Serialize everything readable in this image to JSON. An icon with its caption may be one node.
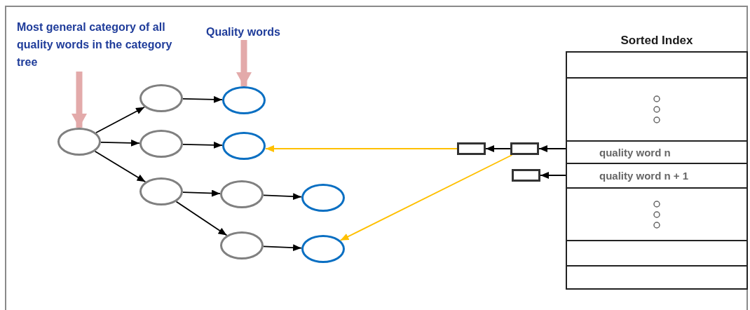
{
  "diagram": {
    "nodes": [
      {
        "text": [
          "Most general category of all quality words in the category tree"
        ]
      },
      {
        "text": [
          "Quality words"
        ]
      },
      {
        "text": [
          "Sorted Index"
        ]
      },
      {
        "text": [],
        "shape": "box",
        "in": 2
      },
      {
        "text": [],
        "shape": "box",
        "in": 2
      },
      {
        "text": [
          "quality word n"
        ],
        "in": 2
      },
      {
        "text": [
          "quality word n + 1"
        ],
        "in": 2
      },
      {
        "text": [],
        "shape": "box",
        "in": 2
      },
      {
        "text": [],
        "shape": "box",
        "in": 2
      },
      {
        "text": [],
        "shape": "box",
        "in": 2
      },
      {
        "text": [],
        "shape": "ellipse"
      },
      {
        "text": [],
        "shape": "ellipse"
      },
      {
        "text": [],
        "shape": "ellipse"
      },
      {
        "text": [],
        "shape": "ellipse"
      },
      {
        "text": [],
        "shape": "ellipse"
      },
      {
        "text": [],
        "shape": "ellipse"
      },
      {
        "text": [],
        "shape": "ellipse"
      },
      {
        "text": [],
        "shape": "ellipse"
      },
      {
        "text": [],
        "shape": "ellipse"
      },
      {
        "text": [],
        "shape": "ellipse"
      },
      {
        "text": [],
        "shape": "box"
      },
      {
        "text": [],
        "shape": "box"
      },
      {
        "text": [],
        "shape": "box"
      }
    ],
    "edges": [
      {
        "from": 0,
        "to": 10,
        "arrow": "to",
        "style": "thick",
        "color": "#e3aaaa"
      },
      {
        "from": 1,
        "to": 12,
        "arrow": "to",
        "style": "thick",
        "color": "#e3aaaa"
      },
      {
        "from": 10,
        "to": 11,
        "arrow": "to"
      },
      {
        "from": 10,
        "to": 13,
        "arrow": "to"
      },
      {
        "from": 10,
        "to": 15,
        "arrow": "to"
      },
      {
        "from": 11,
        "to": 12,
        "arrow": "to"
      },
      {
        "from": 13,
        "to": 14,
        "arrow": "to"
      },
      {
        "from": 15,
        "to": 16,
        "arrow": "to"
      },
      {
        "from": 15,
        "to": 18,
        "arrow": "to"
      },
      {
        "from": 16,
        "to": 17,
        "arrow": "to"
      },
      {
        "from": 18,
        "to": 19,
        "arrow": "to"
      },
      {
        "from": 5,
        "to": 21,
        "arrow": "to"
      },
      {
        "from": 21,
        "to": 20,
        "arrow": "to"
      },
      {
        "from": 6,
        "to": 22,
        "arrow": "to"
      },
      {
        "from": 20,
        "to": 14,
        "arrow": "to",
        "color": "#ffc000"
      },
      {
        "from": 21,
        "to": 19,
        "arrow": "to",
        "color": "#ffc000"
      }
    ]
  }
}
